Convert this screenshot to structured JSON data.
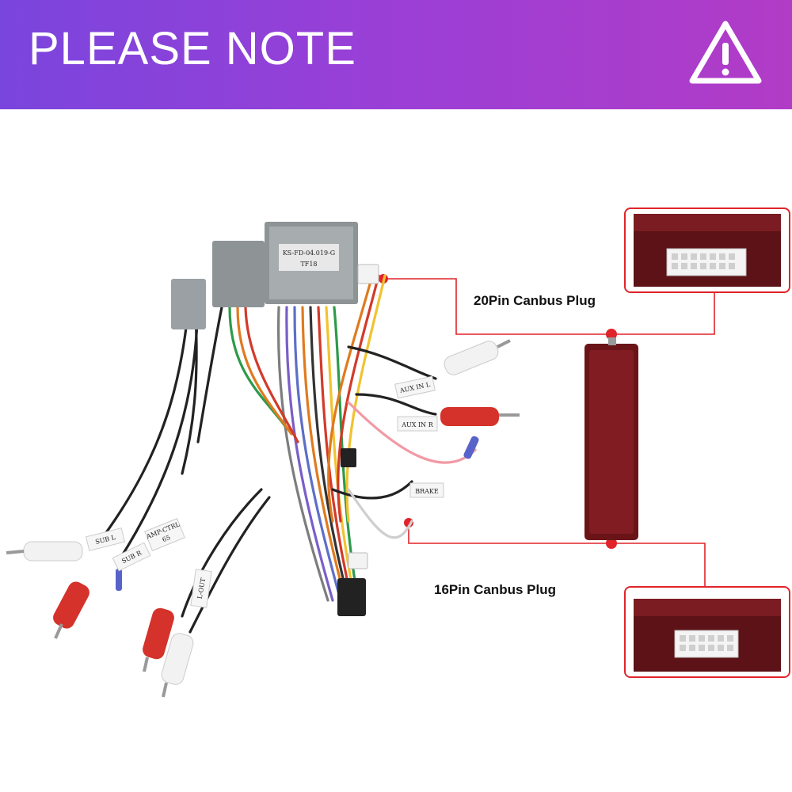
{
  "banner": {
    "title": "PLEASE NOTE",
    "colors": {
      "gradient_start": "#7a45dd",
      "gradient_end": "#b13cc6"
    },
    "icon": "warning-triangle-icon"
  },
  "product": {
    "connector_label_line1": "KS-FD-04.019-G",
    "connector_label_line2": "TF18",
    "wire_tags": {
      "aux_in_l": "AUX IN L",
      "aux_in_r": "AUX IN R",
      "brake": "BRAKE",
      "sub_l": "SUB L",
      "sub_r": "SUB R",
      "amp_ctrl": "AMP-CTRL",
      "amp_ctrl_code": "65",
      "l_out": "L-OUT"
    }
  },
  "callouts": {
    "plug_20": "20Pin Canbus Plug",
    "plug_16": "16Pin Canbus Plug",
    "accent_color": "#e0242a",
    "box_color": "#6a1418"
  }
}
